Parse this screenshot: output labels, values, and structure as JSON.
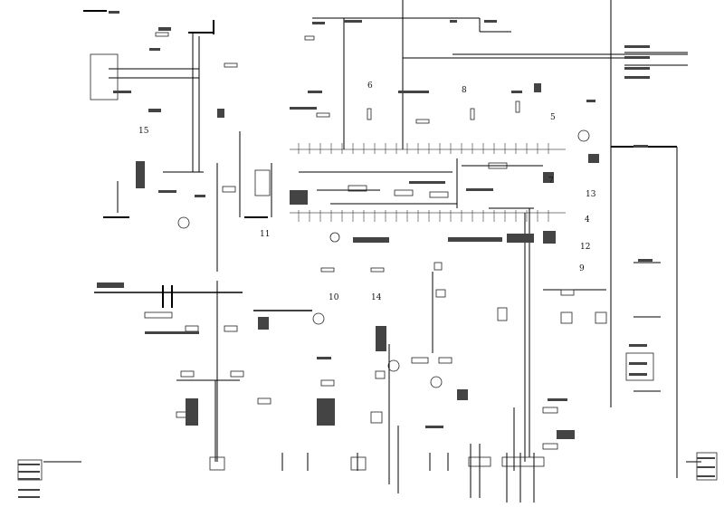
{
  "diagram": {
    "region_labels": [
      "15",
      "6",
      "8",
      "5",
      "7",
      "13",
      "4",
      "12",
      "9",
      "11",
      "10",
      "14"
    ]
  }
}
